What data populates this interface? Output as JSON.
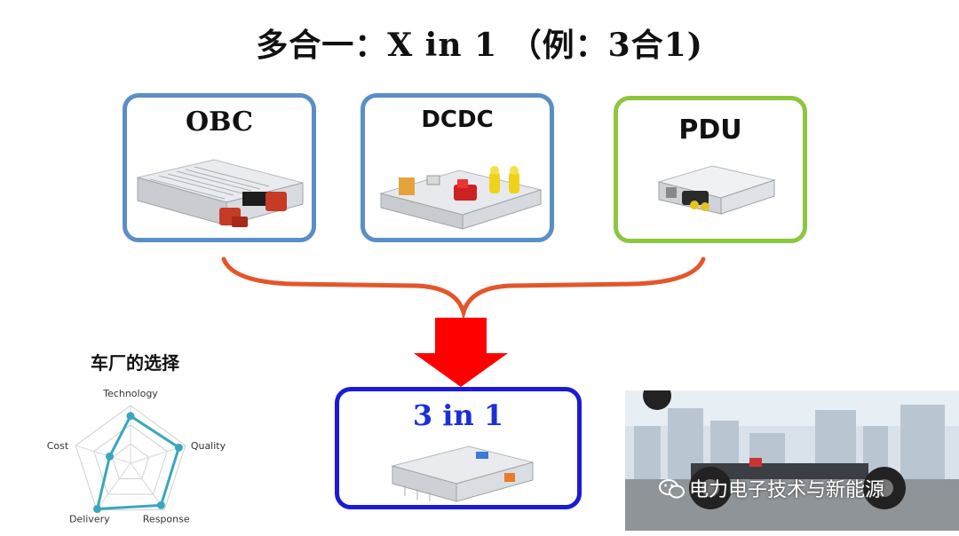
{
  "title": "多合一：X  in 1 （例：3合1)",
  "modules": [
    {
      "label": "OBC",
      "border_color": "#5a8ec6"
    },
    {
      "label": "DCDC",
      "border_color": "#5a8ec6"
    },
    {
      "label": "PDU",
      "border_color": "#8dc63f"
    }
  ],
  "result": {
    "label": "3 in 1",
    "border_color": "#1b1bd6",
    "label_color": "#1a2fd6"
  },
  "colors": {
    "brace": "#e4562a",
    "arrow": "#ff0000"
  },
  "radar": {
    "title": "车厂的选择",
    "axes": [
      "Technology",
      "Quality",
      "Response",
      "Delivery",
      "Cost"
    ],
    "levels": 3,
    "values": [
      0.82,
      0.88,
      0.9,
      0.98,
      0.38
    ],
    "line_color": "#3aa6bd"
  },
  "watermark": {
    "text": "电力电子技术与新能源",
    "icon": "wechat-icon"
  }
}
